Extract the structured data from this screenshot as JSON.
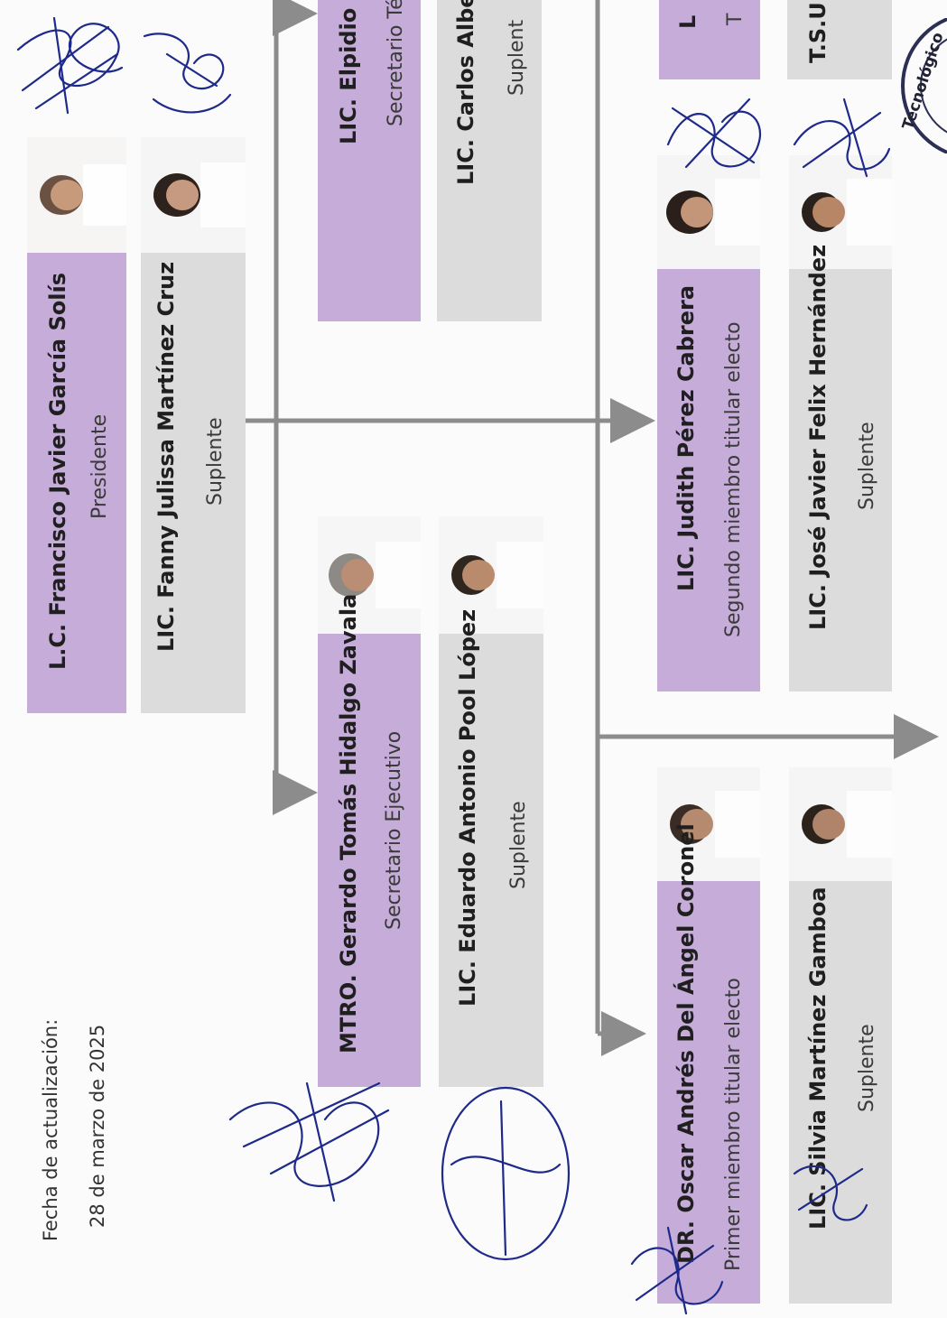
{
  "update": {
    "label": "Fecha de actualización:",
    "date": "28 de marzo de 2025"
  },
  "members": {
    "presidente": {
      "name": "L.C. Francisco Javier García Solís",
      "role": "Presidente"
    },
    "presidente_suplente": {
      "name": "LIC. Fanny Julissa Martínez Cruz",
      "role": "Suplente"
    },
    "secretario_ejecutivo": {
      "name": "MTRO. Gerardo Tomás Hidalgo Zavala",
      "role": "Secretario Ejecutivo"
    },
    "secretario_ejecutivo_suplente": {
      "name": "LIC. Eduardo Antonio Pool López",
      "role": "Suplente"
    },
    "secretario_tecnico": {
      "name": "LIC. Elpidio Oso",
      "role": "Secretario Té"
    },
    "secretario_tecnico_suplente": {
      "name": "LIC. Carlos Alberto",
      "role": "Suplent"
    },
    "primer_miembro": {
      "name": "DR. Oscar Andrés Del Ángel Coronel",
      "role": "Primer miembro titular electo"
    },
    "primer_miembro_suplente": {
      "name": "LIC. Silvia Martínez Gamboa",
      "role": "Suplente"
    },
    "segundo_miembro": {
      "name": "LIC. Judith Pérez Cabrera",
      "role": "Segundo miembro titular electo"
    },
    "segundo_miembro_suplente": {
      "name": "LIC. José Javier Felix Hernández",
      "role": "Suplente"
    },
    "tercer_miembro": {
      "name": "L",
      "role": "T"
    },
    "tercer_miembro_suplente": {
      "name": "T.S.U",
      "role": ""
    }
  },
  "stamp": {
    "text": "Tecnológico"
  },
  "colors": {
    "titular_card": "#c6acd8",
    "suplente_card": "#dcdcdc",
    "connector": "#8c8c8c",
    "signature_ink": "#1e2a8a"
  }
}
